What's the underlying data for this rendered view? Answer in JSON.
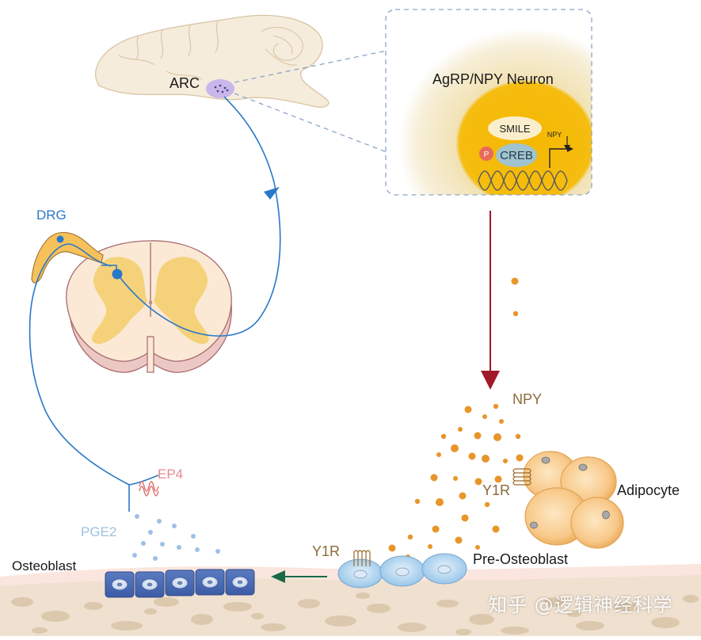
{
  "labels": {
    "arc": "ARC",
    "neuron": "AgRP/NPY Neuron",
    "smile": "SMILE",
    "npy_gene": "NPY",
    "p": "P",
    "creb": "CREB",
    "drg": "DRG",
    "npy": "NPY",
    "y1r_adipocyte": "Y1R",
    "adipocyte": "Adipocyte",
    "ep4": "EP4",
    "pge2": "PGE2",
    "y1r_preosteoblast": "Y1R",
    "pre_osteoblast": "Pre-Osteoblast",
    "osteoblast": "Osteoblast",
    "watermark": "知乎 @逻辑神经科学"
  },
  "colors": {
    "nerve_blue": "#2a78c8",
    "npy_orange": "#e8952a",
    "red_arrow": "#a0182a",
    "green_arrow": "#1a6a4a",
    "neuron_yellow": "#f5b800",
    "brain_beige": "#f6ecdc"
  }
}
